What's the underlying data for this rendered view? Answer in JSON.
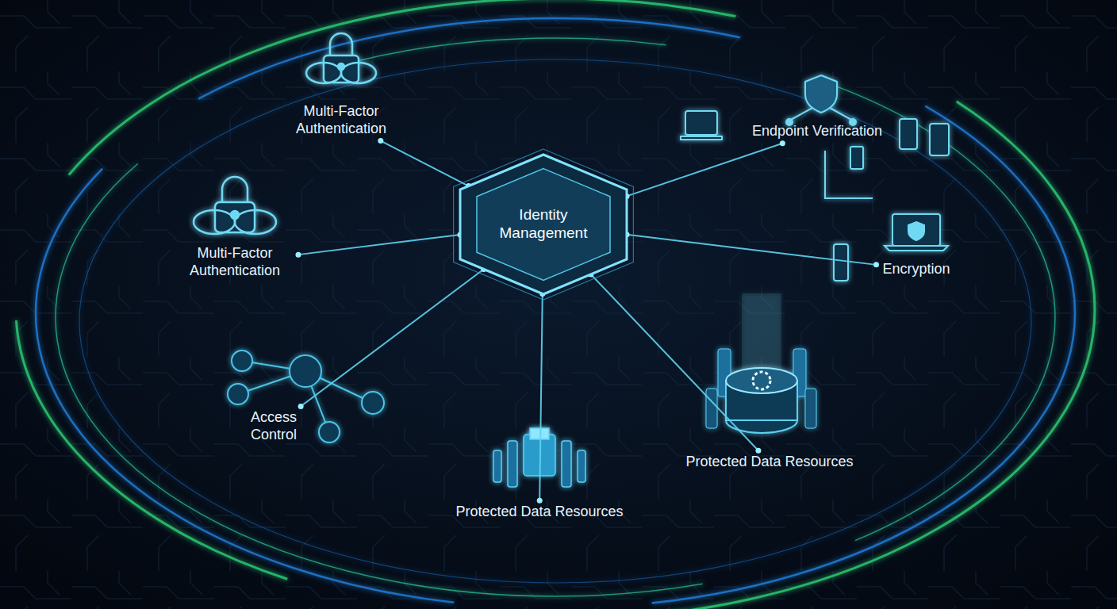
{
  "diagram": {
    "nodes": [
      {
        "text": [
          "Multi-Factor Authentication"
        ]
      },
      {
        "text": [
          "Endpoint Verification"
        ]
      },
      {
        "text": [
          "Identity Management"
        ]
      },
      {
        "text": [
          "Multi-Factor Authentication"
        ]
      },
      {
        "text": [
          "Encryption"
        ]
      },
      {
        "text": [
          "Access Control"
        ]
      },
      {
        "text": [
          "Protected Data Resources"
        ]
      },
      {
        "text": [
          "Protected Data Resources"
        ]
      }
    ],
    "edges": [
      {
        "from": 2,
        "to": 0,
        "arrow": "none"
      },
      {
        "from": 2,
        "to": 1,
        "arrow": "none"
      },
      {
        "from": 2,
        "to": 3,
        "arrow": "none"
      },
      {
        "from": 2,
        "to": 4,
        "arrow": "none"
      },
      {
        "from": 2,
        "to": 5,
        "arrow": "none"
      },
      {
        "from": 2,
        "to": 6,
        "arrow": "none"
      },
      {
        "from": 2,
        "to": 7,
        "arrow": "none"
      }
    ]
  }
}
